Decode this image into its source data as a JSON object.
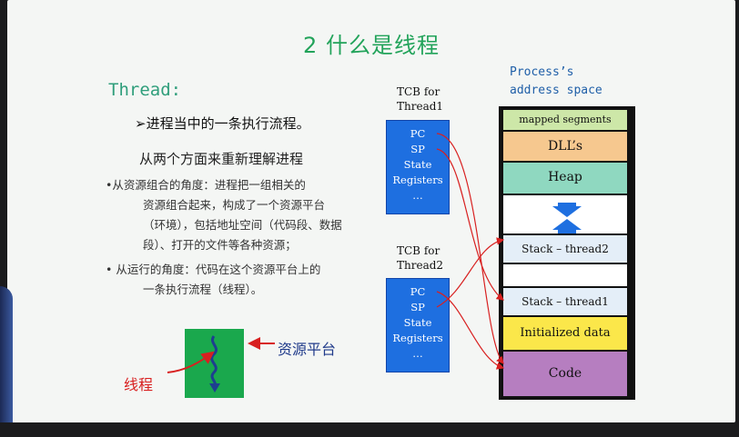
{
  "slide": {
    "title": "2 什么是线程",
    "thread_heading": "Thread:",
    "definition": "➢进程当中的一条执行流程。",
    "subheading": "从两个方面来重新理解进程",
    "bullet1_lines": [
      "•从资源组合的角度：进程把一组相关的",
      "资源组合起来，构成了一个资源平台",
      "（环境），包括地址空间（代码段、数据",
      "段）、打开的文件等各种资源；"
    ],
    "bullet2_lines": [
      "• 从运行的角度：代码在这个资源平台上的",
      "一条执行流程（线程）。"
    ],
    "resource_label": "资源平台",
    "thread_label": "线程"
  },
  "diagram": {
    "tcb1_label": [
      "TCB for",
      "Thread1"
    ],
    "tcb2_label": [
      "TCB for",
      "Thread2"
    ],
    "tcb_fields": [
      "PC",
      "SP",
      "State",
      "Registers",
      "…"
    ],
    "address_space_label": [
      "Process’s",
      "address space"
    ],
    "segments": {
      "mapped": "mapped segments",
      "dll": "DLL’s",
      "heap": "Heap",
      "stack2": "Stack – thread2",
      "stack1": "Stack – thread1",
      "init": "Initialized data",
      "code": "Code"
    },
    "colors": {
      "tcb_blue": "#1e6fe0",
      "mapped": "#cde7a8",
      "dll": "#f6c88f",
      "heap": "#8fd8c0",
      "stack": "#e4eef8",
      "init": "#fbe74a",
      "code": "#b67ec0",
      "arrow": "#d82020"
    }
  }
}
